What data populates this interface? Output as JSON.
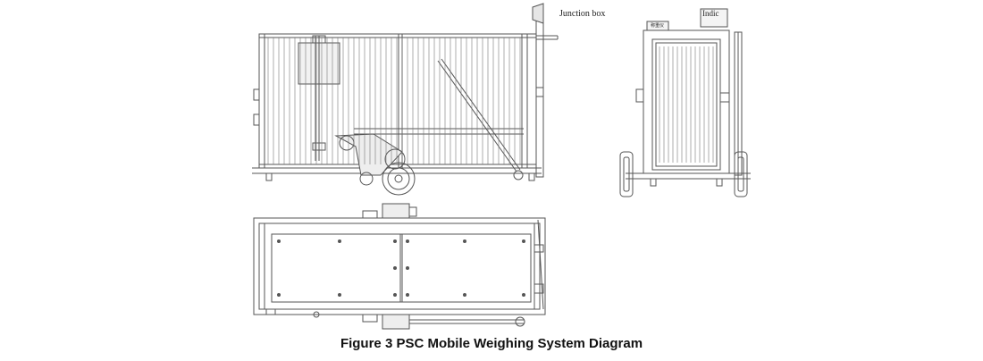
{
  "figure": {
    "caption": "Figure 3 PSC Mobile Weighing System Diagram",
    "labels": {
      "junction_box": "Junction box",
      "indicator": "Indic",
      "panel_text": "称重仪"
    }
  },
  "colors": {
    "line": "#555555",
    "fill_light": "#e6e6e6",
    "background": "#ffffff"
  }
}
